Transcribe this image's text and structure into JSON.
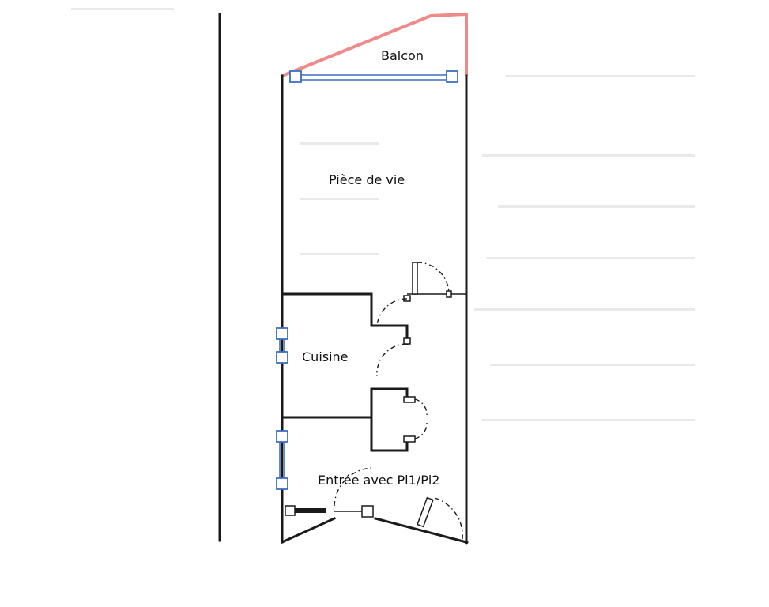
{
  "rooms": {
    "balcon": "Balcon",
    "piece_de_vie": "Pièce de vie",
    "cuisine": "Cuisine",
    "entree": "Entrée avec Pl1/Pl2"
  },
  "colors": {
    "walls": "#1a1a1a",
    "windows": "#3b6fc4",
    "balcony_outline": "#ef8a8a"
  }
}
